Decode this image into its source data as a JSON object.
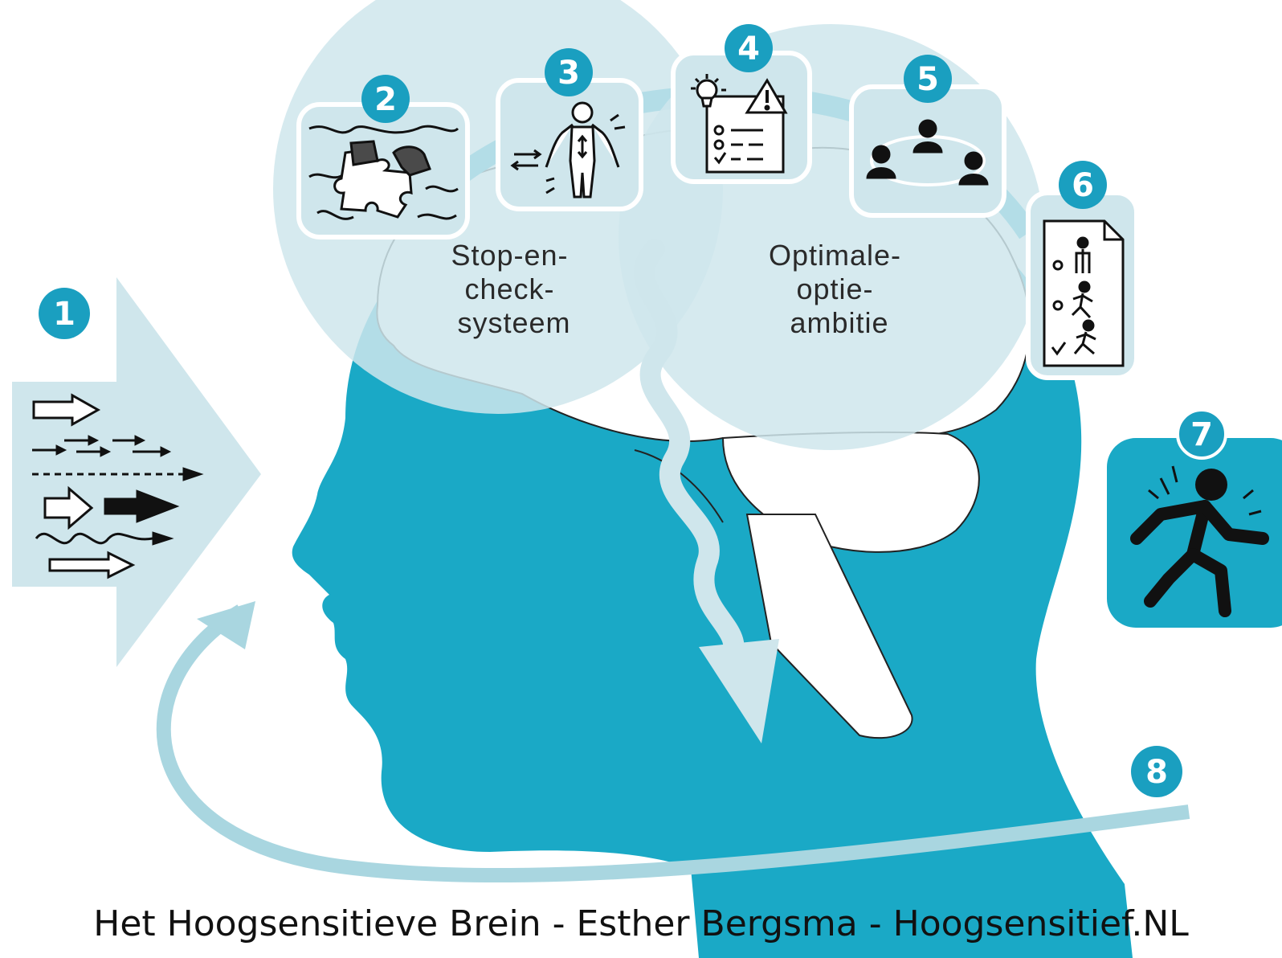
{
  "colors": {
    "teal": "#1aa9c6",
    "teal_dark": "#128fa8",
    "light_blue": "#cfe6ec",
    "pale_blue": "#a9d6e0",
    "badge": "#1a9fc0",
    "ink": "#111111"
  },
  "regions": {
    "stop_check": [
      "Stop-en-",
      "check-",
      "systeem"
    ],
    "optimal": [
      "Optimale-",
      "optie-",
      "ambitie"
    ]
  },
  "steps": [
    {
      "number": "1",
      "icon": "incoming-stimuli-arrows-icon"
    },
    {
      "number": "2",
      "icon": "puzzle-pieces-icon"
    },
    {
      "number": "3",
      "icon": "body-awareness-icon"
    },
    {
      "number": "4",
      "icon": "idea-checklist-warning-icon"
    },
    {
      "number": "5",
      "icon": "people-network-icon"
    },
    {
      "number": "6",
      "icon": "action-options-list-icon"
    },
    {
      "number": "7",
      "icon": "person-running-icon"
    },
    {
      "number": "8",
      "icon": "feedback-loop-arrow-icon"
    }
  ],
  "footer": "Het Hoogsensitieve Brein - Esther Bergsma - Hoogsensitief.NL"
}
